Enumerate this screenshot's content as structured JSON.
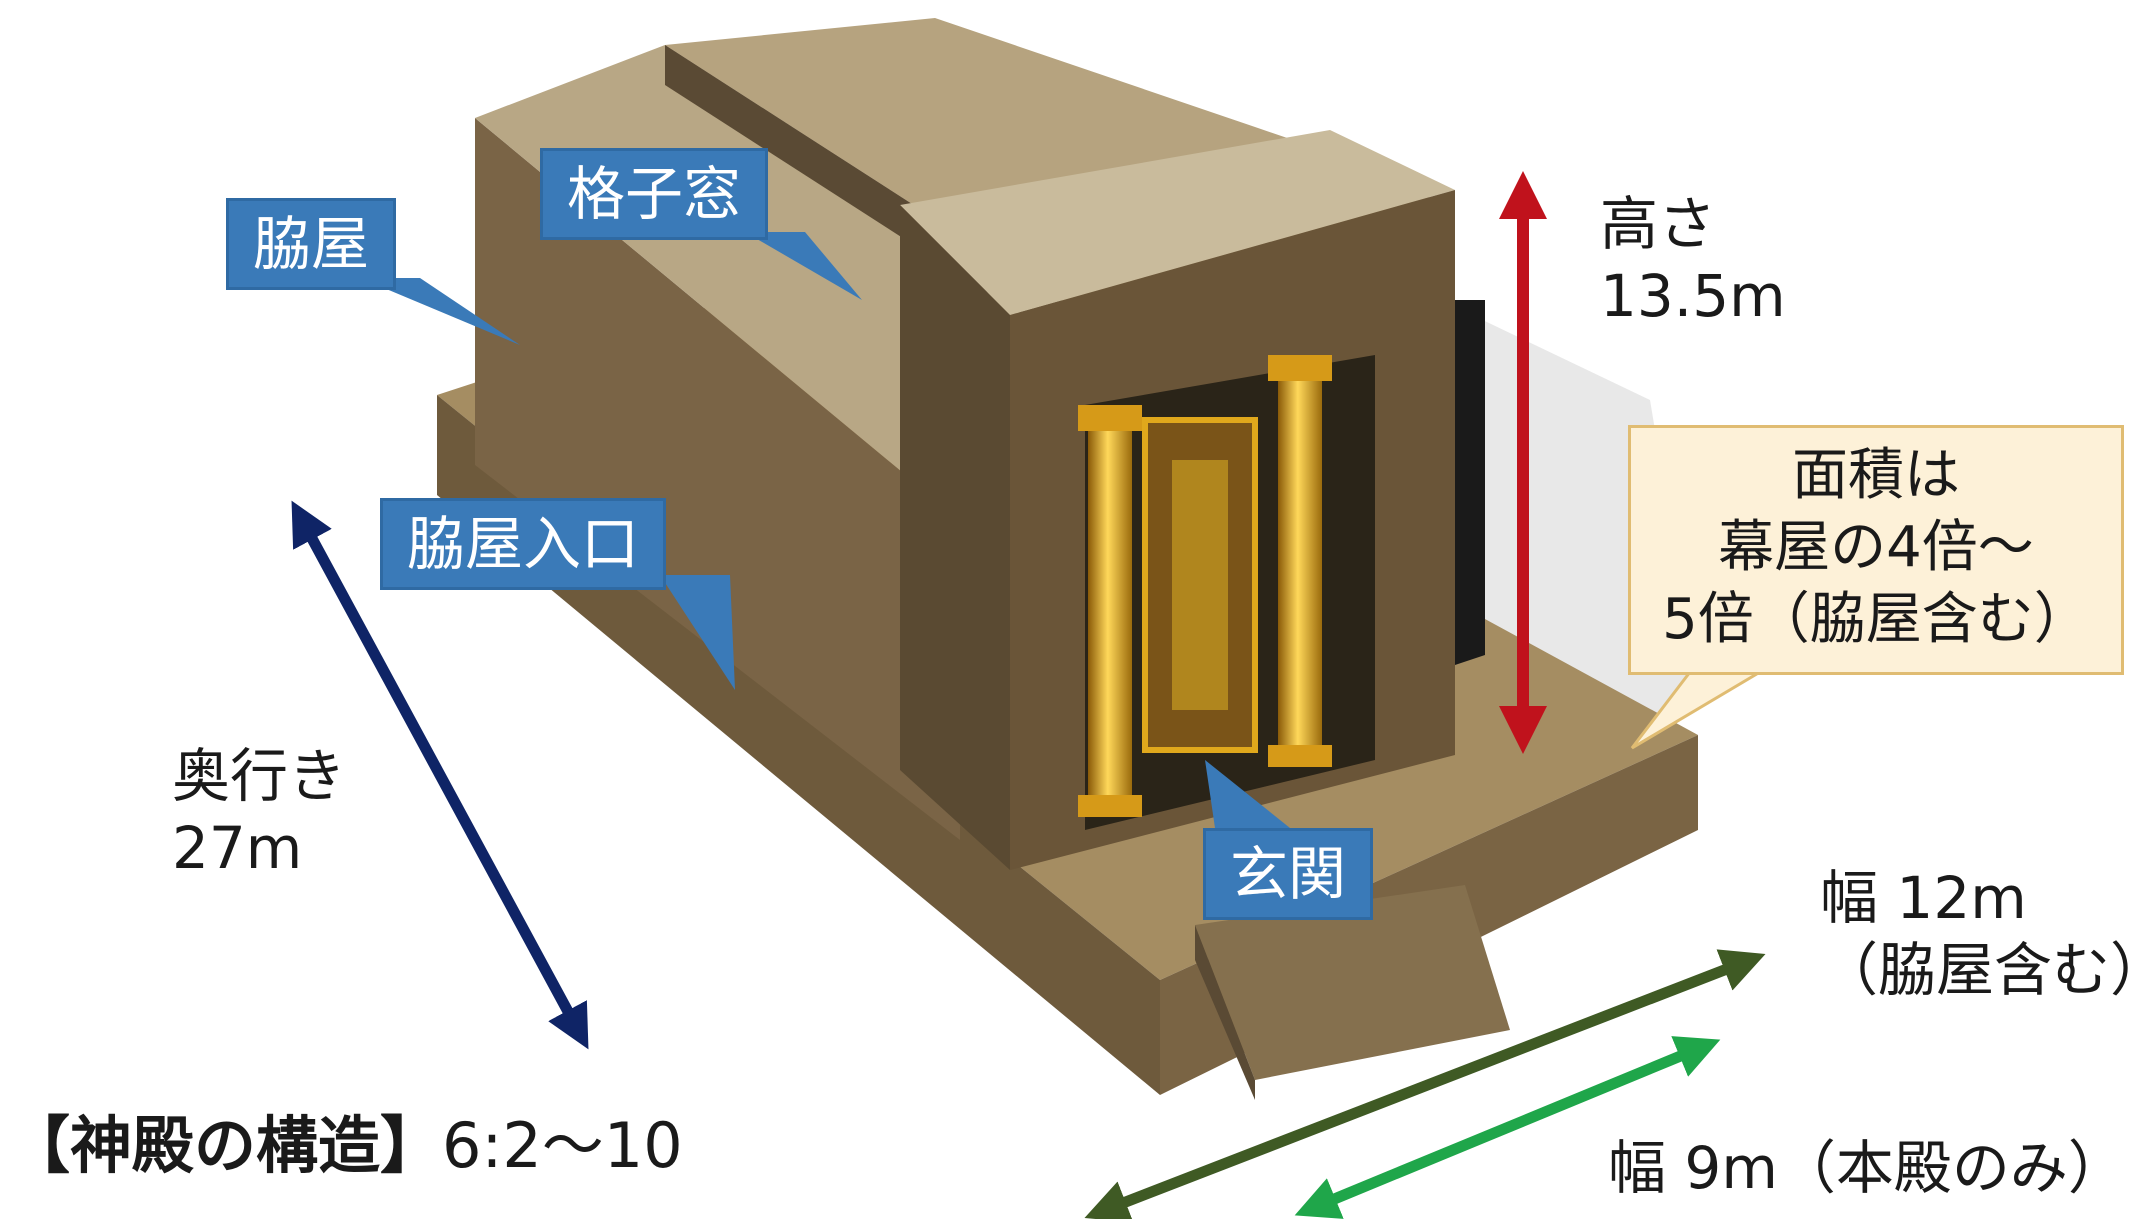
{
  "labels": {
    "wakiya": "脇屋",
    "koshimado": "格子窓",
    "wakiya_iriguchi": "脇屋入口",
    "genkan": "玄関"
  },
  "height": {
    "label": "高さ",
    "value": "13.5m"
  },
  "depth": {
    "label": "奥行き",
    "value": "27m"
  },
  "note": {
    "line1": "面積は",
    "line2": "幕屋の4倍～",
    "line3": "5倍（脇屋含む）"
  },
  "width_outer": {
    "line1": "幅 12m",
    "line2": "（脇屋含む）"
  },
  "width_inner": {
    "text": "幅 9m（本殿のみ）"
  },
  "caption": {
    "title": "【神殿の構造】",
    "ratio": "6:2～10"
  },
  "colors": {
    "callout": "#3a7ab8",
    "height_arrow": "#c0121c",
    "depth_arrow": "#0f2466",
    "width_outer_arrow": "#3f5a24",
    "width_inner_arrow": "#1fa64a",
    "gold": "#e0a81c",
    "stone": "#9c8660"
  }
}
